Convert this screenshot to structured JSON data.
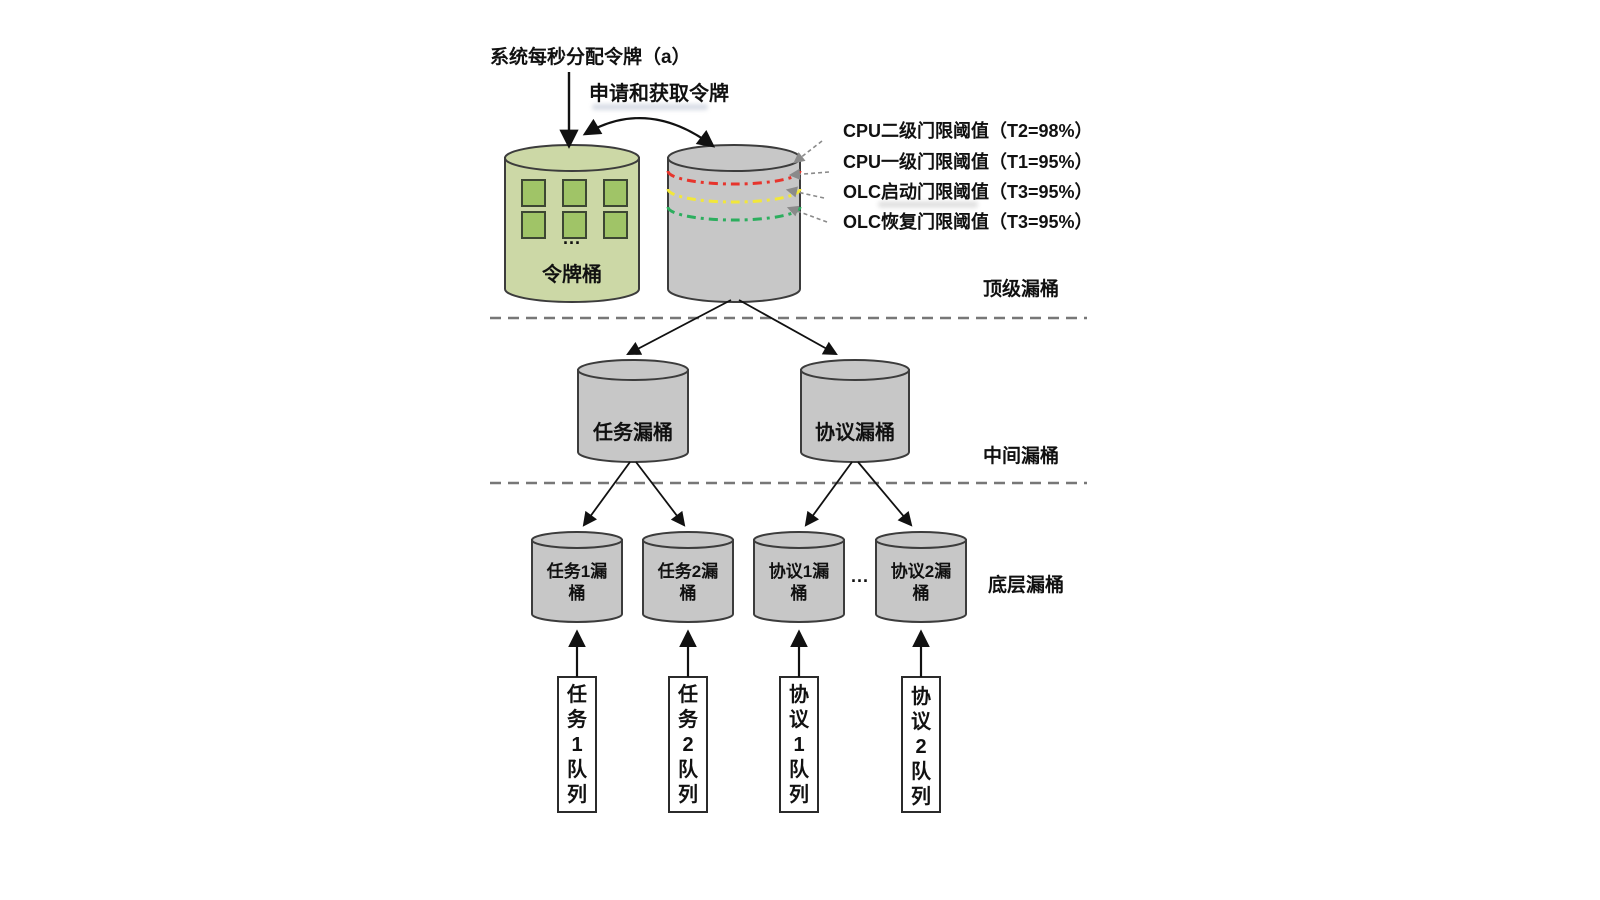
{
  "header": {
    "allocate_label": "系统每秒分配令牌（a）",
    "acquire_label": "申请和获取令牌"
  },
  "token_bucket": {
    "label": "令牌桶",
    "ellipsis": "..."
  },
  "thresholds": [
    {
      "label": "CPU二级门限阈值（T2=98%）"
    },
    {
      "label": "CPU一级门限阈值（T1=95%）"
    },
    {
      "label": "OLC启动门限阈值（T3=95%）"
    },
    {
      "label": "OLC恢复门限阈值（T3=95%）"
    }
  ],
  "tiers": {
    "top": "顶级漏桶",
    "middle": "中间漏桶",
    "bottom": "底层漏桶"
  },
  "middle_buckets": [
    {
      "label": "任务漏桶"
    },
    {
      "label": "协议漏桶"
    }
  ],
  "bottom_buckets": [
    {
      "label": "任务1漏\n桶"
    },
    {
      "label": "任务2漏\n桶"
    },
    {
      "label": "协议1漏\n桶"
    },
    {
      "label": "协议2漏\n桶"
    }
  ],
  "bottom_ellipsis": "...",
  "queues": [
    {
      "label": "任\n务\n1\n队\n列"
    },
    {
      "label": "任\n务\n2\n队\n列"
    },
    {
      "label": "协\n议\n1\n队\n列"
    },
    {
      "label": "协\n议\n2\n队\n列"
    }
  ],
  "colors": {
    "token_bucket_fill": "#ccd8a6",
    "token_fill": "#a0c467",
    "leaky_bucket_fill": "#c7c7c7",
    "line_red": "#e7342c",
    "line_yellow": "#f2e73a",
    "line_green": "#2cae5e"
  }
}
